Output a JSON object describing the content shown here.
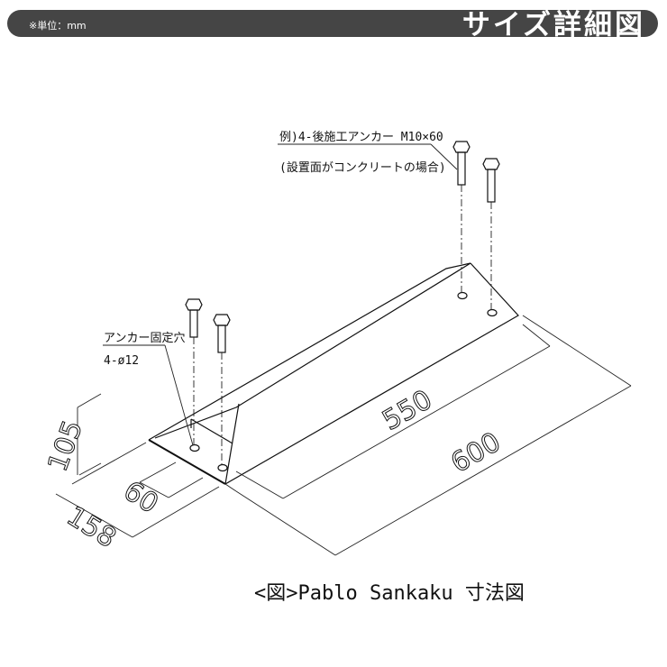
{
  "header": {
    "unit": "※単位：mm",
    "title": "サイズ詳細図",
    "bar_color": "#454545"
  },
  "notes": {
    "anchor_example_line1": "例)4-後施工アンカー M10×60",
    "anchor_example_line2": "(設置面がコンクリートの場合)",
    "hole_line1": "アンカー固定穴",
    "hole_line2": "4-ø12"
  },
  "dimensions": {
    "height": "105",
    "width": "158",
    "flange": "60",
    "inner_length": "550",
    "length": "600"
  },
  "caption": "<図>Pablo Sankaku 寸法図"
}
